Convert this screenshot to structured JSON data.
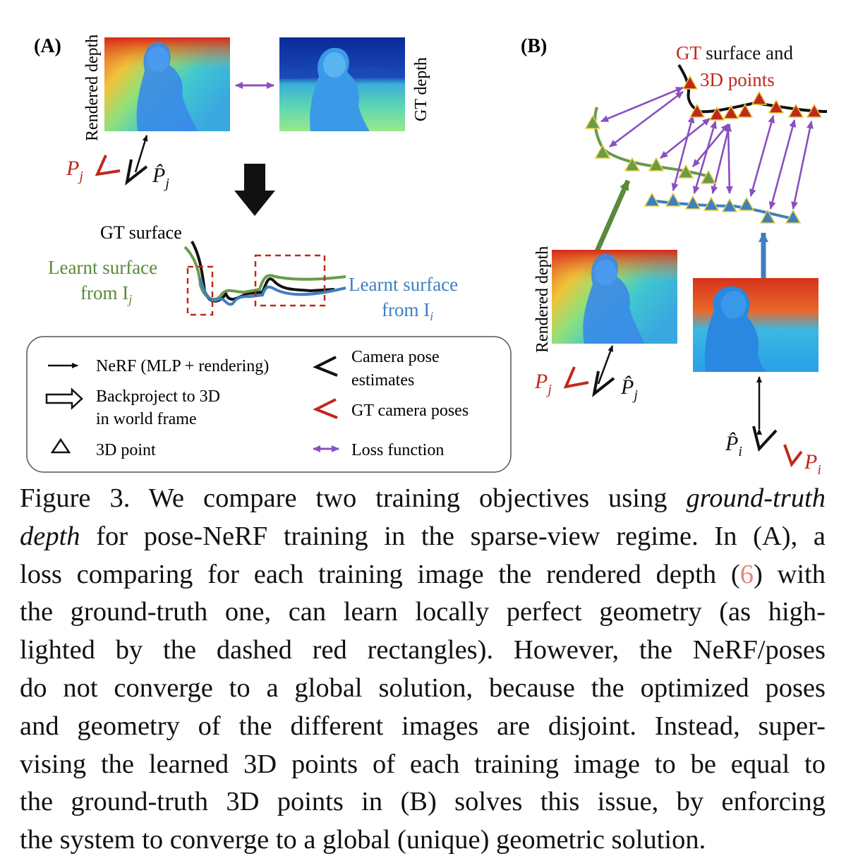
{
  "panel_a": {
    "label": "(A)",
    "rendered_depth_label": "Rendered depth",
    "gt_depth_label": "GT depth",
    "pose_gt": "P",
    "pose_gt_sub": "j",
    "pose_est": "P̂",
    "pose_est_sub": "j",
    "gt_surface_label": "GT surface",
    "learnt_j_line1": "Learnt surface",
    "learnt_j_line2": "from I",
    "learnt_j_sub": "j",
    "learnt_i_line1": "Learnt surface",
    "learnt_i_line2": "from I",
    "learnt_i_sub": "i"
  },
  "panel_b": {
    "label": "(B)",
    "gt_surface_line1_a": "GT",
    "gt_surface_line1_b": " surface and",
    "gt_surface_line2": "3D points",
    "rendered_depth_label": "Rendered depth",
    "pose_gt_j": "P",
    "pose_gt_j_sub": "j",
    "pose_est_j": "P̂",
    "pose_est_j_sub": "j",
    "pose_est_i": "P̂",
    "pose_est_i_sub": "i",
    "pose_gt_i": "P",
    "pose_gt_i_sub": "i"
  },
  "legend": {
    "nerf": "NeRF (MLP + rendering)",
    "backproject_1": "Backproject to 3D",
    "backproject_2": "in world frame",
    "point": "3D point",
    "cam_est_1": "Camera pose",
    "cam_est_2": "estimates",
    "cam_gt": "GT camera poses",
    "loss": "Loss function"
  },
  "caption": {
    "l1": "Figure 3. We compare two training objectives using ",
    "l1_it": "ground-truth",
    "l2_it": "depth",
    "l2": " for pose-NeRF training in the sparse-view regime. In (A), a",
    "l3a": "loss comparing for each training image the rendered depth (",
    "l3_ref": "6",
    "l3b": ") with",
    "l4": "the ground-truth one, can learn locally perfect geometry (as high-",
    "l5": "lighted by the dashed red rectangles).  However, the NeRF/poses",
    "l6": "do not converge to a global solution, because the optimized poses",
    "l7": "and geometry of the different images are disjoint.  Instead, super-",
    "l8": "vising the learned 3D points of each training image to be equal to",
    "l9": "the ground-truth 3D points in (B) solves this issue, by enforcing",
    "l10": "the system to converge to a global (unique) geometric solution."
  },
  "colors": {
    "red": "#c0281d",
    "green": "#5a8a3a",
    "blue": "#3f7fc0",
    "purple": "#8a4fc0",
    "black": "#111111"
  }
}
